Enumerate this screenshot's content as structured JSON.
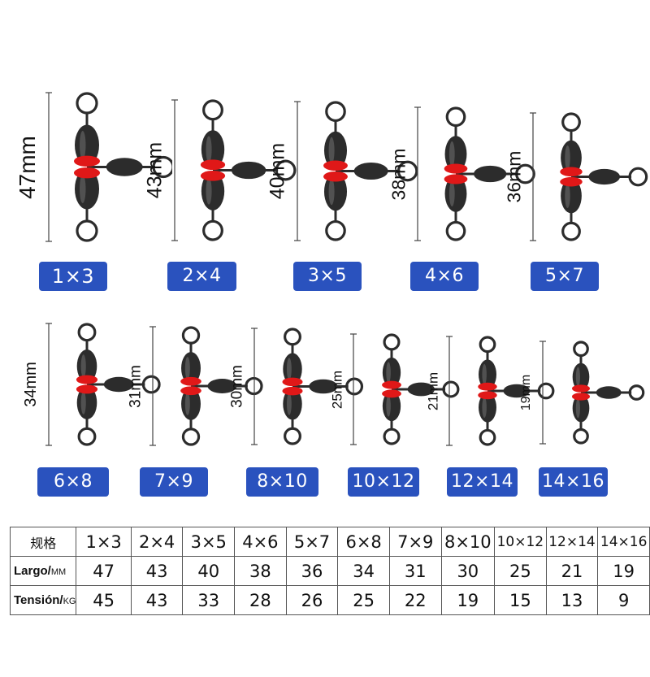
{
  "items": [
    {
      "size": "1×3",
      "length": "47mm"
    },
    {
      "size": "2×4",
      "length": "43mm"
    },
    {
      "size": "3×5",
      "length": "40mm"
    },
    {
      "size": "4×6",
      "length": "38mm"
    },
    {
      "size": "5×7",
      "length": "36mm"
    },
    {
      "size": "6×8",
      "length": "34mm"
    },
    {
      "size": "7×9",
      "length": "31mm"
    },
    {
      "size": "8×10",
      "length": "30mm"
    },
    {
      "size": "10×12",
      "length": "25mm"
    },
    {
      "size": "12×14",
      "length": "21mm"
    },
    {
      "size": "14×16",
      "length": "19mm"
    }
  ],
  "table": {
    "header_label": "规格",
    "sizes": [
      "1×3",
      "2×4",
      "3×5",
      "4×6",
      "5×7",
      "6×8",
      "7×9",
      "8×10",
      "10×12",
      "12×14",
      "14×16"
    ],
    "length_label": "Largo/",
    "length_unit": "MM",
    "lengths": [
      "47",
      "43",
      "40",
      "38",
      "36",
      "34",
      "31",
      "30",
      "25",
      "21",
      "19"
    ],
    "tension_label": "Tensión/",
    "tension_unit": "KG",
    "tensions": [
      "45",
      "43",
      "33",
      "28",
      "26",
      "25",
      "22",
      "19",
      "15",
      "13",
      "9"
    ]
  },
  "colors": {
    "badge": "#2a52be",
    "bead": "#e01818",
    "metal": "#2c2c2c"
  }
}
